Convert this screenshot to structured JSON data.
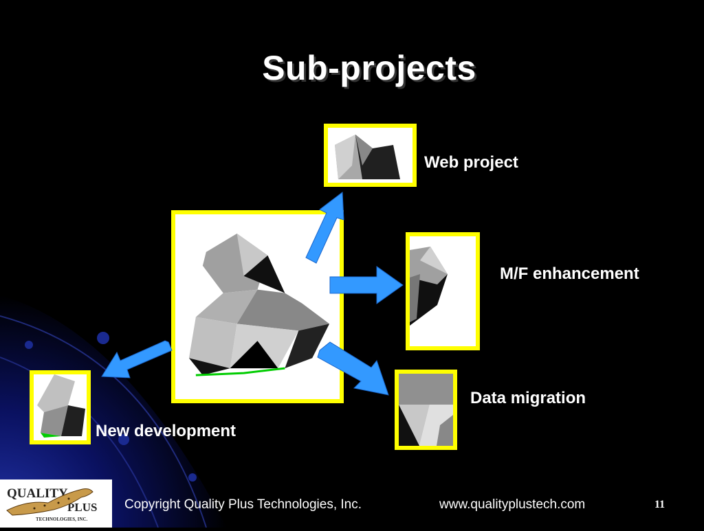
{
  "slide": {
    "title": "Sub-projects",
    "labels": {
      "web": "Web project",
      "mf": "M/F enhancement",
      "migration": "Data migration",
      "new_dev": "New development"
    },
    "footer": {
      "logo_line1": "QUALITY",
      "logo_line2": "PLUS",
      "logo_line3": "TECHNOLOGIES, INC.",
      "copyright": "Copyright Quality Plus Technologies, Inc.",
      "url": "www.qualityplustech.com",
      "page_number": "11"
    }
  },
  "colors": {
    "background": "#000000",
    "frame_border": "#ffff00",
    "arrow": "#3399ff",
    "text": "#ffffff"
  }
}
